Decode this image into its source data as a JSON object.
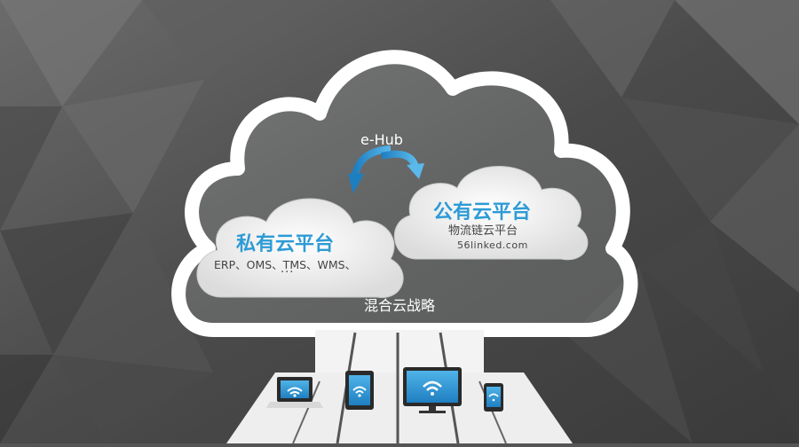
{
  "diagram": {
    "outer_label": "混合云战略",
    "connector_label": "e-Hub",
    "private_cloud": {
      "title": "私有云平台",
      "systems": "ERP、OMS、TMS、WMS、",
      "more": "···"
    },
    "public_cloud": {
      "title": "公有云平台",
      "subtitle": "物流链云平台",
      "website": "56linked.com"
    },
    "devices": [
      "laptop-icon",
      "tablet-icon",
      "monitor-icon",
      "phone-icon"
    ],
    "colors": {
      "accent": "#2d9bd6",
      "background": "#5a5a5a",
      "cloud": "#ffffff"
    }
  }
}
